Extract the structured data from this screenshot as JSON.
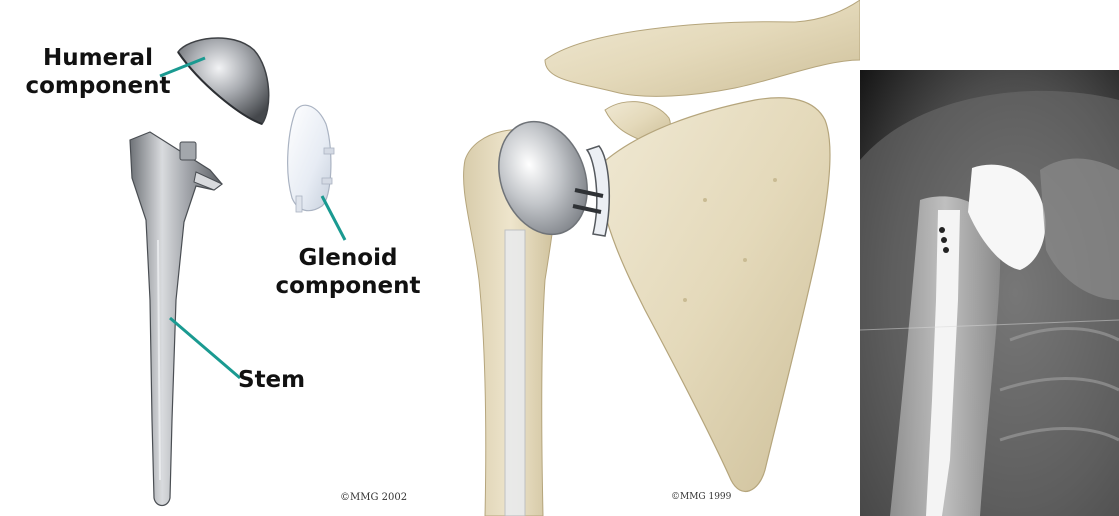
{
  "labels": {
    "humeral_line1": "Humeral",
    "humeral_line2": "component",
    "glenoid_line1": "Glenoid",
    "glenoid_line2": "component",
    "stem": "Stem"
  },
  "copyrights": {
    "left": "©MMG 2002",
    "middle": "©MMG 1999"
  },
  "colors": {
    "leader_line": "#1a9a91",
    "bone": "#e6dcc0",
    "metal": "#b9bcc1",
    "glenoid_plastic": "#eef2f8"
  }
}
